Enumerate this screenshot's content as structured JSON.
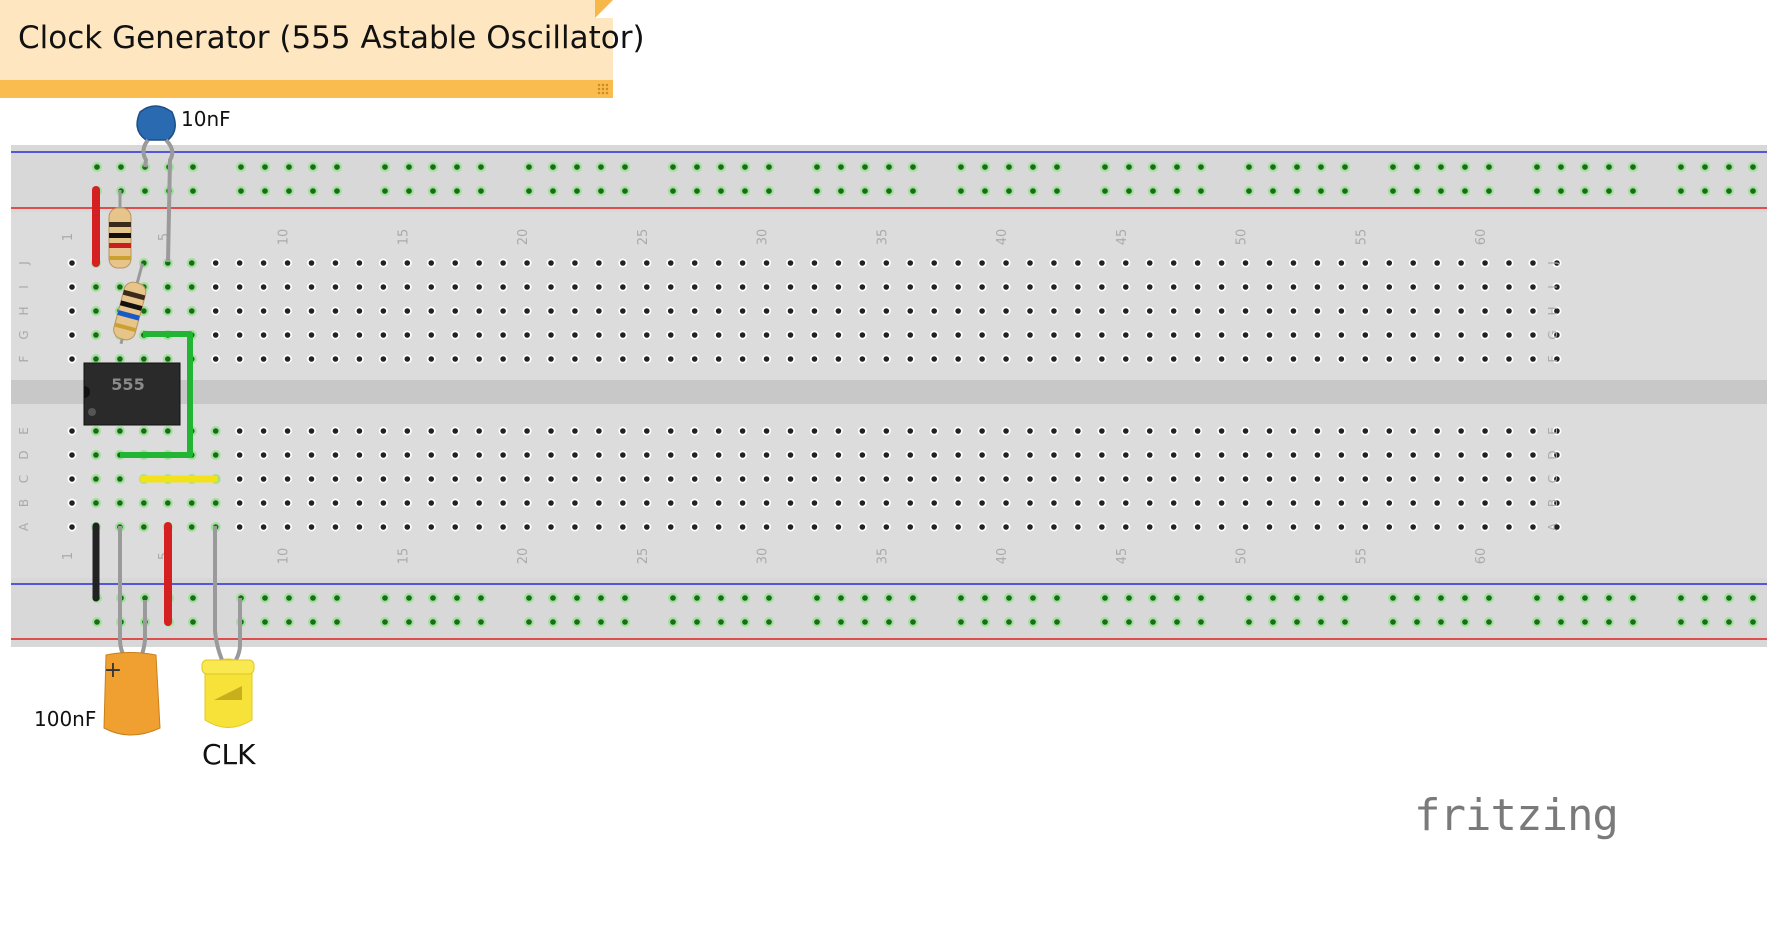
{
  "title": "Clock Generator (555 Astable Oscillator)",
  "components": {
    "ic_label": "555",
    "ceramic_cap_label": "10nF",
    "electrolytic_cap_label": "100nF",
    "electrolytic_polarity": "+",
    "led_label": "CLK"
  },
  "breadboard": {
    "columns": 63,
    "column_number_ticks": [
      "1",
      "5",
      "10",
      "15",
      "20",
      "25",
      "30",
      "35",
      "40",
      "45",
      "50",
      "55",
      "60"
    ],
    "top_row_letters": [
      "J",
      "I",
      "H",
      "G",
      "F"
    ],
    "bottom_row_letters": [
      "E",
      "D",
      "C",
      "B",
      "A"
    ]
  },
  "colors": {
    "board": "#dcdcdc",
    "rail_blue": "#2a2ad8",
    "rail_red": "#e02020",
    "wire_green": "#22b433",
    "wire_yellow": "#f2e21c",
    "wire_red": "#d42020",
    "wire_black": "#222222",
    "ceramic_cap": "#2a6ab0",
    "electrolytic_cap": "#f0a030",
    "led": "#f7e23a"
  },
  "logo": "fritzing"
}
